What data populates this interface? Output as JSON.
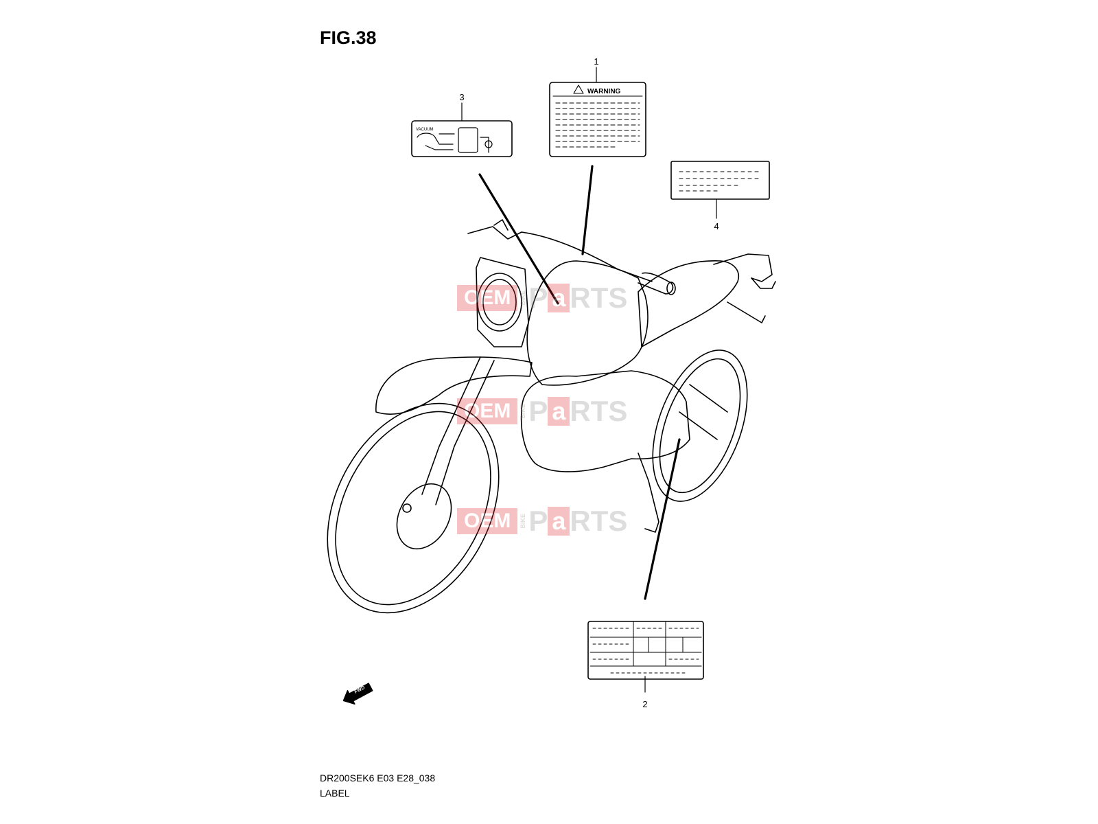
{
  "figure": {
    "title": "FIG.38",
    "code": "DR200SEK6 E03 E28_038",
    "name": "LABEL"
  },
  "callouts": {
    "c1": "1",
    "c2": "2",
    "c3": "3",
    "c4": "4"
  },
  "label_texts": {
    "warning": "WARNING",
    "vacuum": "VACUUM",
    "fwd": "FWD"
  },
  "watermark": {
    "oem": "OEM",
    "bike": "BIKE",
    "p": "P",
    "a": "a",
    "rts": "RTS"
  },
  "colors": {
    "watermark_red": "#e0242b",
    "line": "#000000"
  }
}
